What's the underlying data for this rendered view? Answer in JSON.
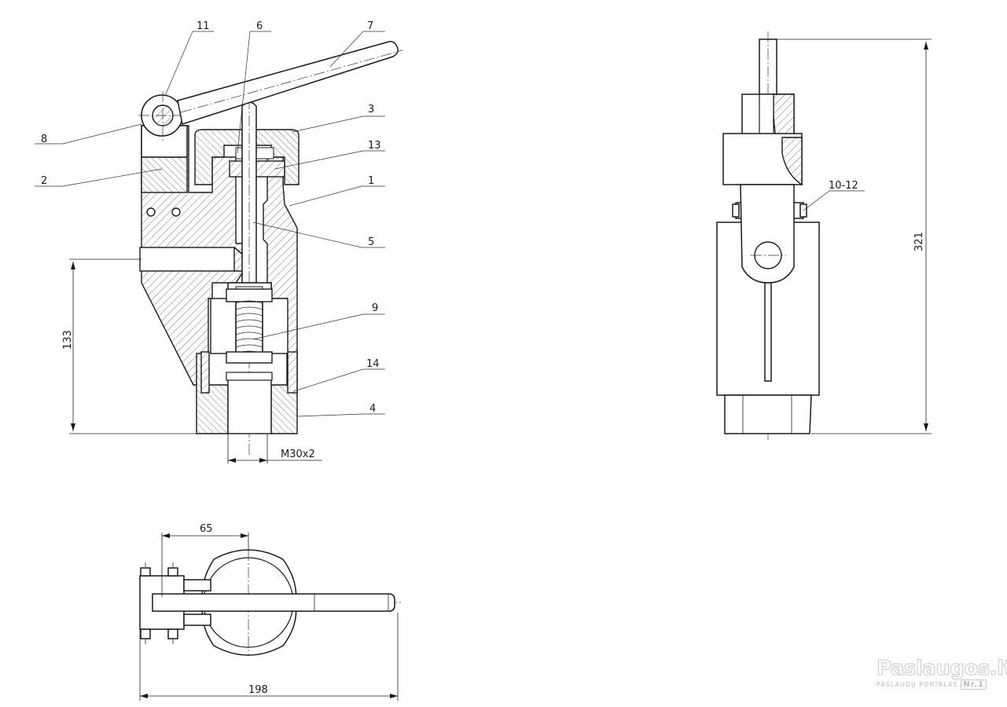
{
  "part_labels": {
    "p11": "11",
    "p6": "6",
    "p7": "7",
    "p3": "3",
    "p13": "13",
    "p8": "8",
    "p2": "2",
    "p1": "1",
    "p5": "5",
    "p9": "9",
    "p14": "14",
    "p4": "4",
    "p10_12": "10-12"
  },
  "dimensions": {
    "height_133": "133",
    "thread": "M30x2",
    "height_321": "321",
    "width_65": "65",
    "width_198": "198"
  },
  "watermark": {
    "brand": "Paslaugos.lt",
    "tagline": "PASLAUGŲ PORTALAS",
    "badge": "Nr.1"
  }
}
